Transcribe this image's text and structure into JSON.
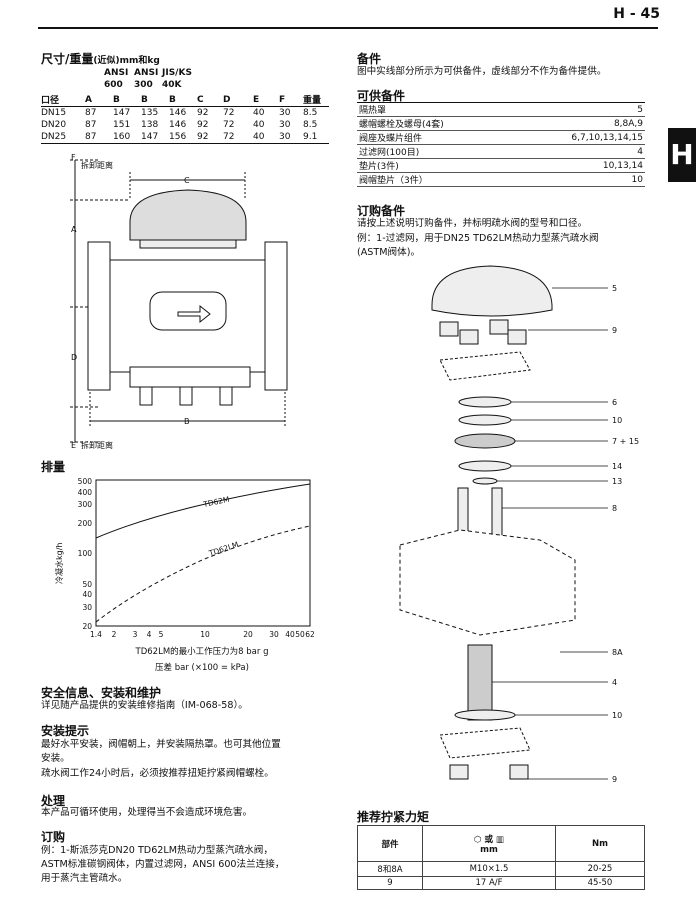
{
  "page_number": "H - 45",
  "side_tab": "H",
  "dimensions": {
    "title": "尺寸/重量",
    "title_suffix": "(近似)mm和kg",
    "b_variants": [
      [
        "ANSI",
        "600"
      ],
      [
        "ANSI",
        "300"
      ],
      [
        "JIS/KS",
        "40K"
      ]
    ],
    "columns": [
      "口径",
      "A",
      "B",
      "B",
      "B",
      "C",
      "D",
      "E",
      "F",
      "重量"
    ],
    "rows": [
      [
        "DN15",
        "87",
        "147",
        "135",
        "146",
        "92",
        "72",
        "40",
        "30",
        "8.5"
      ],
      [
        "DN20",
        "87",
        "151",
        "138",
        "146",
        "92",
        "72",
        "40",
        "30",
        "8.5"
      ],
      [
        "DN25",
        "87",
        "160",
        "147",
        "156",
        "92",
        "72",
        "40",
        "30",
        "9.1"
      ]
    ]
  },
  "drawing": {
    "f_label": "拆卸距离",
    "e_label": "拆卸距离",
    "letters": [
      "F",
      "C",
      "A",
      "D",
      "B",
      "E"
    ]
  },
  "capacity": {
    "title": "排量",
    "ylabel": "冷凝水kg/h",
    "caption1": "TD62LM的最小工作压力为8 bar g",
    "caption2": "压差 bar (×100 = kPa)",
    "series_labels": [
      "TD62M",
      "TD62LM"
    ],
    "y_ticks": [
      "500",
      "400",
      "300",
      "200",
      "100",
      "50",
      "40",
      "30",
      "20"
    ],
    "x_ticks": [
      "1.4",
      "2",
      "3",
      "4",
      "5",
      "10",
      "20",
      "30",
      "40",
      "50",
      "62"
    ]
  },
  "safety": {
    "title": "安全信息、安装和维护",
    "text": "详见随产品提供的安装维修指南（IM-068-58）。"
  },
  "install": {
    "title": "安装提示",
    "text1": "最好水平安装，阀帽朝上，并安装隔热罩。也可其他位置",
    "text2": "安装。",
    "text3": "疏水阀工作24小时后，必须按推荐扭矩拧紧阀帽螺栓。"
  },
  "disposal": {
    "title": "处理",
    "text": "本产品可循环使用，处理得当不会造成环境危害。"
  },
  "ordering_left": {
    "title": "订购",
    "line1": "例：1-斯派莎克DN20 TD62LM热动力型蒸汽疏水阀，",
    "line2": "ASTM标准碳钢阀体，内置过滤网，ANSI 600法兰连接，",
    "line3": "用于蒸汽主管疏水。"
  },
  "spares": {
    "title": "备件",
    "text": "图中实线部分所示为可供备件，虚线部分不作为备件提供。",
    "available_title": "可供备件",
    "rows": [
      [
        "隔热罩",
        "5"
      ],
      [
        "螺帽螺栓及螺母(4套)",
        "8,8A,9"
      ],
      [
        "阀座及蝶片组件",
        "6,7,10,13,14,15"
      ],
      [
        "过滤网(100目)",
        "4"
      ],
      [
        "垫片(3件)",
        "10,13,14"
      ],
      [
        "阀帽垫片（3件）",
        "10"
      ]
    ]
  },
  "ordering_spares": {
    "title": "订购备件",
    "line1": "请按上述说明订购备件，并标明疏水阀的型号和口径。",
    "line2": "例：1-过滤网，用于DN25 TD62LM热动力型蒸汽疏水阀",
    "line3": "(ASTM阀体)。"
  },
  "exploded_labels": [
    "5",
    "9",
    "6",
    "10",
    "7 + 15",
    "14",
    "13",
    "8",
    "8A",
    "4",
    "10",
    "9"
  ],
  "torque": {
    "title": "推荐拧紧力矩",
    "headers": [
      "部件",
      "或",
      "mm",
      "Nm"
    ],
    "rows": [
      [
        "8和8A",
        "M10×1.5",
        "20-25"
      ],
      [
        "9",
        "17 A/F",
        "45-50"
      ]
    ]
  }
}
